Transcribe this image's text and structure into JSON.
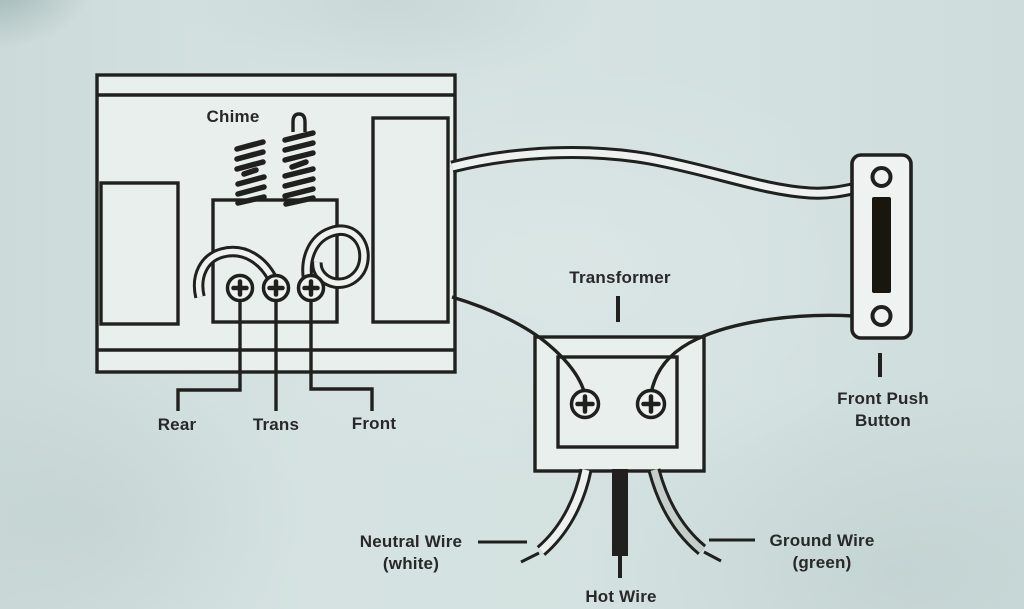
{
  "colors": {
    "background": "#d2e0df",
    "line": "#20211e",
    "box_fill": "#e8efed",
    "terminal_fill": "#eef2f1",
    "wire_core_white": "#edf1ef",
    "wire_core_ground": "#c4cfcb",
    "slot": "#19150f",
    "text": "#282828"
  },
  "chime": {
    "label": "Chime",
    "terminal_labels": {
      "rear": "Rear",
      "trans": "Trans",
      "front": "Front"
    }
  },
  "transformer": {
    "label": "Transformer"
  },
  "push_button": {
    "label": "Front Push Button"
  },
  "wires": {
    "neutral": "Neutral Wire (white)",
    "hot": "Hot Wire",
    "ground": "Ground Wire (green)"
  }
}
